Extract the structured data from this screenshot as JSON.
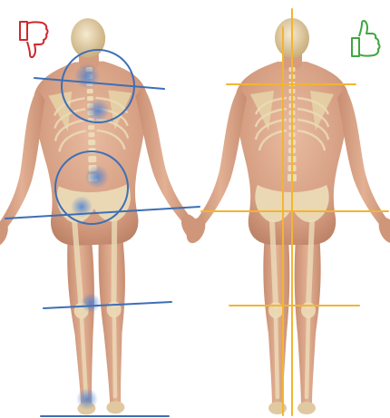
{
  "figures": [
    {
      "id": "bad-posture",
      "verdict": "thumbs-down",
      "icon_color": "#d0282e",
      "line_color": "#3d6fb5",
      "circle_color": "#3d6fb5"
    },
    {
      "id": "good-posture",
      "verdict": "thumbs-up",
      "icon_color": "#3ea83f",
      "line_color": "#f2b531"
    }
  ],
  "colors": {
    "skin": "#d9a68a",
    "skin_dark": "#b57a5f",
    "bone": "#ecdcb8",
    "bone_shadow": "#bfa778",
    "background": "#ffffff"
  }
}
